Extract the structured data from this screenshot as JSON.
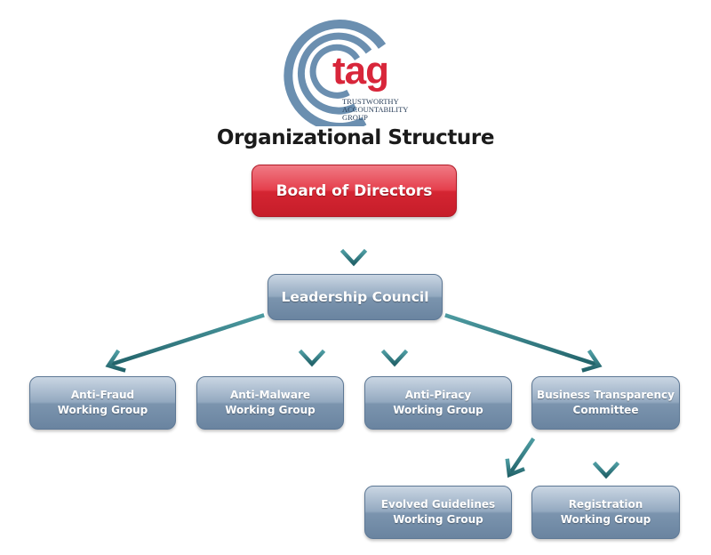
{
  "logo": {
    "word": "tag",
    "tagline": [
      "TRUSTWORTHY",
      "ACCOUNTABILITY",
      "GROUP"
    ]
  },
  "title": "Organizational Structure",
  "board": {
    "label": "Board of Directors"
  },
  "council": {
    "label": "Leadership Council"
  },
  "groups": [
    {
      "line1": "Anti-Fraud",
      "line2": "Working Group"
    },
    {
      "line1": "Anti-Malware",
      "line2": "Working Group"
    },
    {
      "line1": "Anti-Piracy",
      "line2": "Working Group"
    },
    {
      "line1": "Business Transparency",
      "line2": "Committee"
    }
  ],
  "subgroups": [
    {
      "line1": "Evolved Guidelines",
      "line2": "Working Group"
    },
    {
      "line1": "Registration",
      "line2": "Working Group"
    }
  ],
  "colors": {
    "logo_blue": "#6b8fb0",
    "logo_red": "#d8263a",
    "board_red": "#d42532",
    "box_blue": "#7b94ae",
    "arrow_teal": "#2e7277"
  }
}
